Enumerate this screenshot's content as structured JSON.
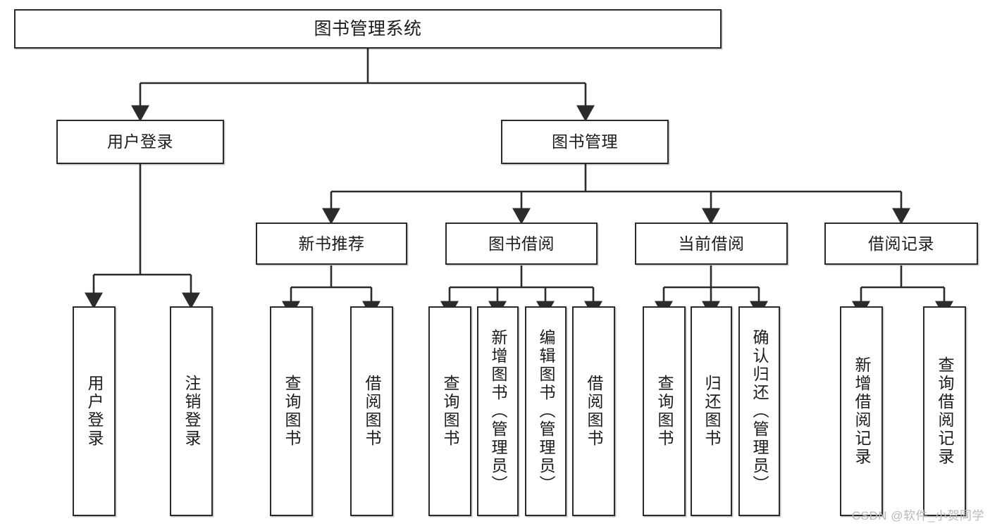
{
  "diagram": {
    "title": "图书管理系统",
    "type": "tree",
    "colors": {
      "box_border": "#2b2b2b",
      "box_fill": "#ffffff",
      "edge": "#2b2b2b",
      "watermark": "#b9b9b9",
      "background": "#ffffff"
    },
    "nodes": {
      "root": {
        "label": "图书管理系统"
      },
      "level2": [
        {
          "id": "user-login",
          "label": "用户登录"
        },
        {
          "id": "book-manage",
          "label": "图书管理"
        }
      ],
      "level3": [
        {
          "id": "new-book-recommend",
          "label": "新书推荐"
        },
        {
          "id": "book-borrow",
          "label": "图书借阅"
        },
        {
          "id": "current-borrow",
          "label": "当前借阅"
        },
        {
          "id": "borrow-record",
          "label": "借阅记录"
        }
      ],
      "leaves": {
        "user-login": [
          {
            "id": "leaf-user-login",
            "label": "用户登录"
          },
          {
            "id": "leaf-logout",
            "label": "注销登录"
          }
        ],
        "new-book-recommend": [
          {
            "id": "leaf-query-book-1",
            "label": "查询图书"
          },
          {
            "id": "leaf-borrow-book-1",
            "label": "借阅图书"
          }
        ],
        "book-borrow": [
          {
            "id": "leaf-query-book-2",
            "label": "查询图书"
          },
          {
            "id": "leaf-add-book",
            "label": "新增图书（管理员）"
          },
          {
            "id": "leaf-edit-book",
            "label": "编辑图书（管理员）"
          },
          {
            "id": "leaf-borrow-book-2",
            "label": "借阅图书"
          }
        ],
        "current-borrow": [
          {
            "id": "leaf-query-book-3",
            "label": "查询图书"
          },
          {
            "id": "leaf-return-book",
            "label": "归还图书"
          },
          {
            "id": "leaf-confirm-return",
            "label": "确认归还（管理员）"
          }
        ],
        "borrow-record": [
          {
            "id": "leaf-add-record",
            "label": "新增借阅记录"
          },
          {
            "id": "leaf-query-record",
            "label": "查询借阅记录"
          }
        ]
      }
    },
    "watermark": "CSDN @软件_小贺同学"
  }
}
